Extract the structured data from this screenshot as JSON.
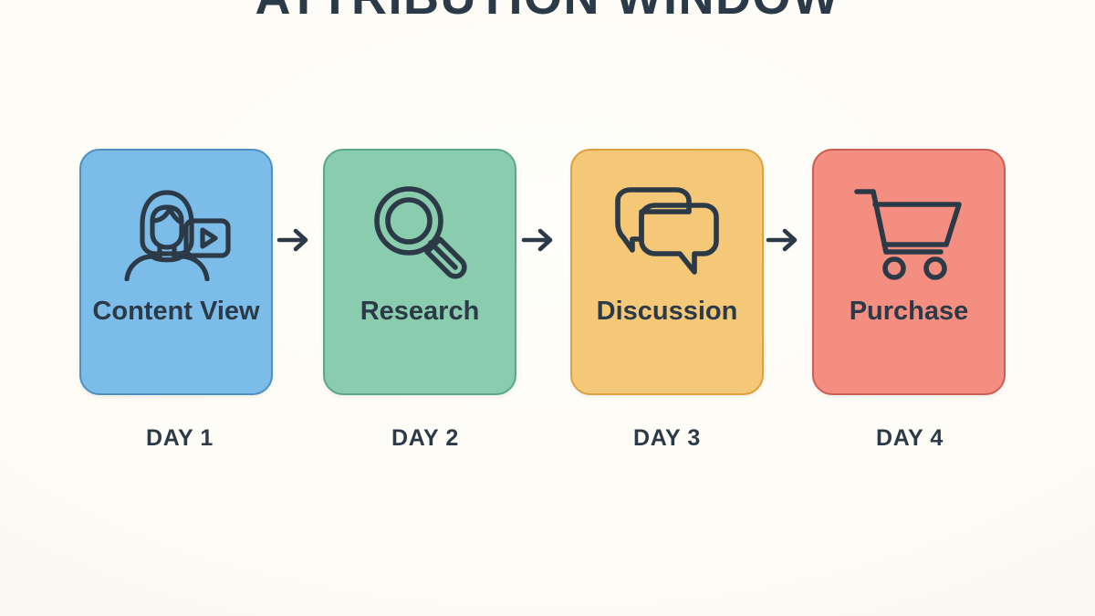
{
  "page": {
    "title": "ATTRIBUTION WINDOW",
    "background_color": "#fdfcf7",
    "text_color": "#2c3a47"
  },
  "flow": {
    "arrow_icon": "arrow-right-icon",
    "steps": [
      {
        "label": "Content View",
        "day": "DAY 1",
        "icon": "person-video-icon",
        "fill_color": "#7cbce8",
        "border_color": "#4f90c0"
      },
      {
        "label": "Research",
        "day": "DAY 2",
        "icon": "magnifying-glass-icon",
        "fill_color": "#8accae",
        "border_color": "#5aa888"
      },
      {
        "label": "Discussion",
        "day": "DAY 3",
        "icon": "speech-bubbles-icon",
        "fill_color": "#f5c878",
        "border_color": "#dfa03f"
      },
      {
        "label": "Purchase",
        "day": "DAY 4",
        "icon": "shopping-cart-icon",
        "fill_color": "#f48e80",
        "border_color": "#cc5f52"
      }
    ]
  }
}
